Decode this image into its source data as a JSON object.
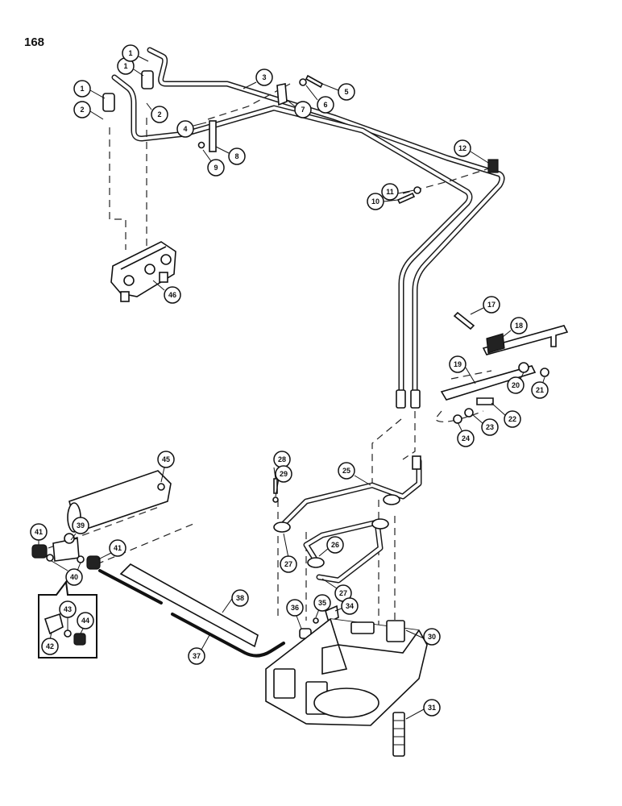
{
  "page_number": "168",
  "callouts": [
    "1",
    "1",
    "1",
    "2",
    "2",
    "3",
    "4",
    "5",
    "6",
    "7",
    "8",
    "9",
    "10",
    "11",
    "12",
    "17",
    "18",
    "19",
    "20",
    "21",
    "22",
    "23",
    "24",
    "25",
    "26",
    "27",
    "27",
    "28",
    "29",
    "30",
    "31",
    "34",
    "35",
    "36",
    "37",
    "38",
    "39",
    "40",
    "40",
    "41",
    "41",
    "42",
    "43",
    "44",
    "45",
    "46"
  ]
}
